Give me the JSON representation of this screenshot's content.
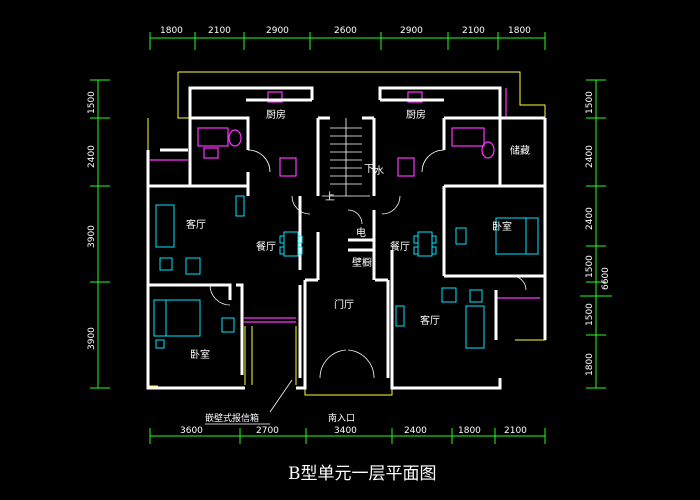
{
  "title": "B型单元一层平面图",
  "rooms": {
    "kitchen_left": "厨房",
    "kitchen_right": "厨房",
    "storage": "储藏",
    "living_left": "客厅",
    "living_right": "客厅",
    "dining_left": "餐厅",
    "dining_right": "餐厅",
    "bedroom_left": "卧室",
    "bedroom_right": "卧室",
    "foyer": "门厅",
    "electric": "电",
    "fireplace": "壁橱",
    "stair_down": "下",
    "stair_up": "上",
    "water": "水"
  },
  "labels": {
    "entrance": "南入口",
    "box_note": "嵌壁式报信箱"
  },
  "dims": {
    "top": [
      "1800",
      "2100",
      "2900",
      "2600",
      "2900",
      "2100",
      "1800"
    ],
    "bottom": [
      "3600",
      "2700",
      "3400",
      "2400",
      "1800",
      "2100"
    ],
    "left": [
      "1500",
      "2400",
      "3900",
      "3900"
    ],
    "right": [
      "1500",
      "2400",
      "2400",
      "1500",
      "1500",
      "1800"
    ],
    "right_total": "6600"
  },
  "colors": {
    "wall": "#ffffff",
    "dimension": "#22ff22",
    "furniture": "#00e5ff",
    "fixture": "#ff33ff",
    "balcony": "#ffff33"
  }
}
